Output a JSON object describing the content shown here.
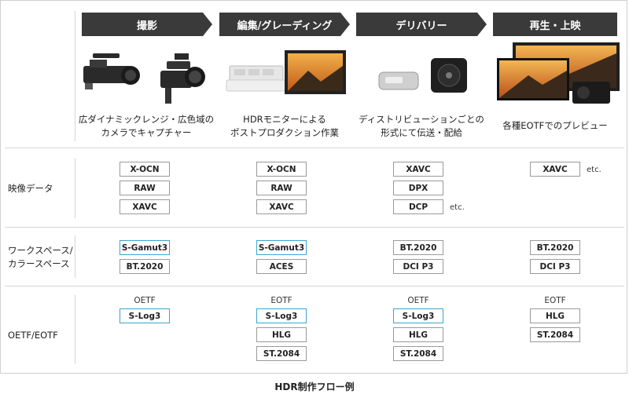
{
  "stages": [
    {
      "label": "撮影",
      "caption_l1": "広ダイナミックレンジ・広色域の",
      "caption_l2": "カメラでキャプチャー"
    },
    {
      "label": "編集/グレーディング",
      "caption_l1": "HDRモニターによる",
      "caption_l2": "ポストプロダクション作業"
    },
    {
      "label": "デリバリー",
      "caption_l1": "ディストリビューションごとの",
      "caption_l2": "形式にて伝送・配給"
    },
    {
      "label": "再生・上映",
      "caption_l1": "各種EOTFでのプレビュー",
      "caption_l2": ""
    }
  ],
  "rows": {
    "video_data": {
      "label": "映像データ",
      "col1": [
        "X-OCN",
        "RAW",
        "XAVC"
      ],
      "col2": [
        "X-OCN",
        "RAW",
        "XAVC"
      ],
      "col3": [
        "XAVC",
        "DPX",
        "DCP"
      ],
      "col3_note": "etc.",
      "col4": [
        "XAVC"
      ],
      "col4_note": "etc."
    },
    "workspace": {
      "label_l1": "ワークスペース/",
      "label_l2": "カラースペース",
      "col1": [
        "S-Gamut3",
        "BT.2020"
      ],
      "col2": [
        "S-Gamut3",
        "ACES"
      ],
      "col3": [
        "BT.2020",
        "DCI P3"
      ],
      "col4": [
        "BT.2020",
        "DCI P3"
      ]
    },
    "transfer": {
      "label": "OETF/EOTF",
      "col1_head": "OETF",
      "col1": [
        "S-Log3"
      ],
      "col2_head": "EOTF",
      "col2": [
        "S-Log3",
        "HLG",
        "ST.2084"
      ],
      "col3_head": "OETF",
      "col3": [
        "S-Log3",
        "HLG",
        "ST.2084"
      ],
      "col4_head": "EOTF",
      "col4": [
        "HLG",
        "ST.2084"
      ]
    }
  },
  "footer": "HDR制作フロー例",
  "colors": {
    "stage_bg": "#3a3a3a",
    "highlight_border": "#3da3cf",
    "tag_border": "#9a9a9a"
  }
}
